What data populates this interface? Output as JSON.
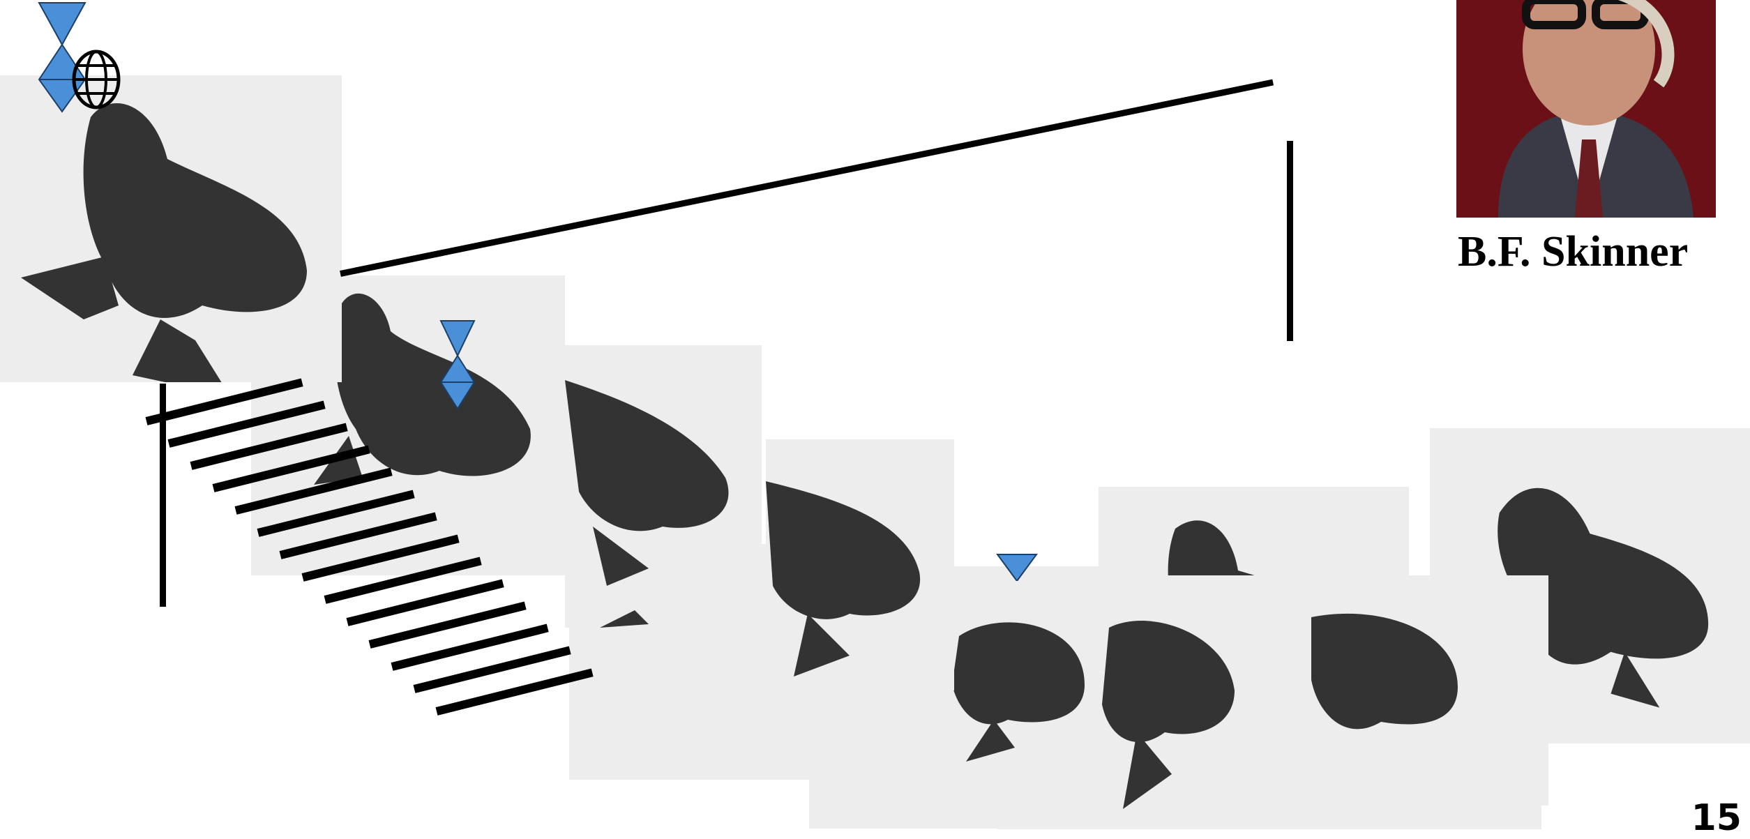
{
  "slide": {
    "person_caption": "B.F. Skinner",
    "page_number": "15"
  },
  "icons": {
    "hourglass": "blue-hourglass-icon",
    "globe": "globe-icon",
    "seal": "sea-lion-illustration"
  },
  "colors": {
    "hourglass_fill": "#4a90d9",
    "photo_background": "#6b1016",
    "seal_background": "#ededed"
  }
}
